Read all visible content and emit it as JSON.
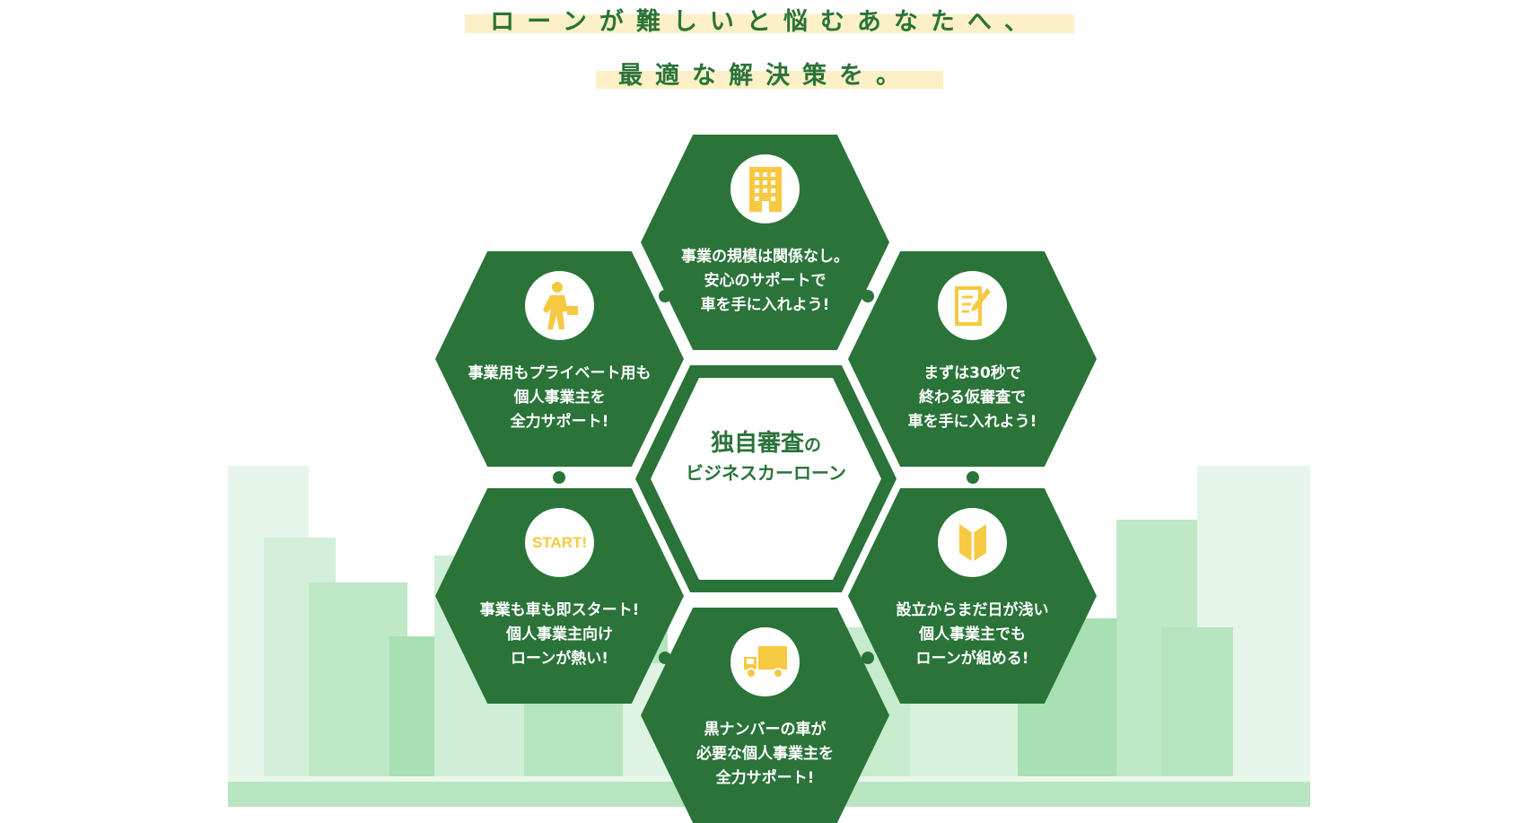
{
  "header": {
    "line1": "ローンが難しいと悩むあなたへ、",
    "line2": "最適な解決策を。"
  },
  "center": {
    "title_main": "独自審査",
    "title_particle": "の",
    "subtitle": "ビジネスカーローン"
  },
  "colors": {
    "green": "#2a7339",
    "yellow": "#f7c841",
    "highlight": "#fdf0c6",
    "city": "#bfe8c6"
  },
  "features": [
    {
      "icon": "building-icon",
      "lines": [
        "事業の規模は関係なし。",
        "安心のサポートで",
        "車を手に入れよう!"
      ]
    },
    {
      "icon": "businessman-icon",
      "lines": [
        "事業用もプライベート用も",
        "個人事業主を",
        "全力サポート!"
      ]
    },
    {
      "icon": "document-pen-icon",
      "lines": [
        "まずは30秒で",
        "終わる仮審査で",
        "車を手に入れよう!"
      ]
    },
    {
      "icon": "start-icon",
      "icon_text": "START!",
      "lines": [
        "事業も車も即スタート!",
        "個人事業主向け",
        "ローンが熱い!"
      ]
    },
    {
      "icon": "beginner-mark-icon",
      "lines": [
        "設立からまだ日が浅い",
        "個人事業主でも",
        "ローンが組める!"
      ]
    },
    {
      "icon": "truck-icon",
      "lines": [
        "黒ナンバーの車が",
        "必要な個人事業主を",
        "全力サポート!"
      ]
    }
  ]
}
